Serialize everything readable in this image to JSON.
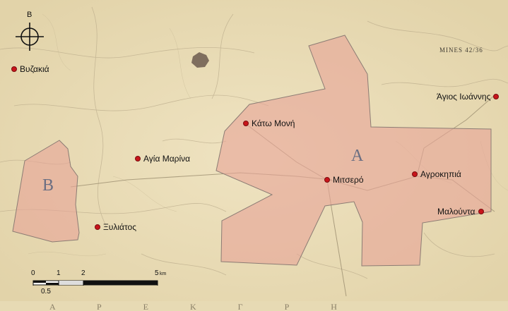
{
  "map": {
    "mine_reference": "MINES 42/36",
    "areas": [
      {
        "id": "A",
        "label": "A"
      },
      {
        "id": "B",
        "label": "B"
      }
    ],
    "places": [
      {
        "key": "vyzakia",
        "name": "Βυζακιά"
      },
      {
        "key": "kato-moni",
        "name": "Κάτω Μονή"
      },
      {
        "key": "agios-ioannis",
        "name": "Άγιος Ιωάννης"
      },
      {
        "key": "agia-marina",
        "name": "Αγία Μαρίνα"
      },
      {
        "key": "mitsero",
        "name": "Μιτσερό"
      },
      {
        "key": "agrokipia",
        "name": "Αγροκηπιά"
      },
      {
        "key": "malounta",
        "name": "Μαλούντα"
      },
      {
        "key": "xyliatos",
        "name": "Ξυλιάτος"
      }
    ],
    "north_arrow": {
      "label": "B"
    },
    "scale_bar": {
      "ticks": [
        "0",
        "1",
        "2",
        "5"
      ],
      "sub_tick": "0.5",
      "unit": "km"
    },
    "bottom_lettering": "Α Ρ Ε Κ Γ Ρ Η"
  },
  "colors": {
    "background": "#e9dcb7",
    "area_fill": "#e7a598",
    "area_outline": "#8c7c74",
    "marker": "#c8151b"
  }
}
